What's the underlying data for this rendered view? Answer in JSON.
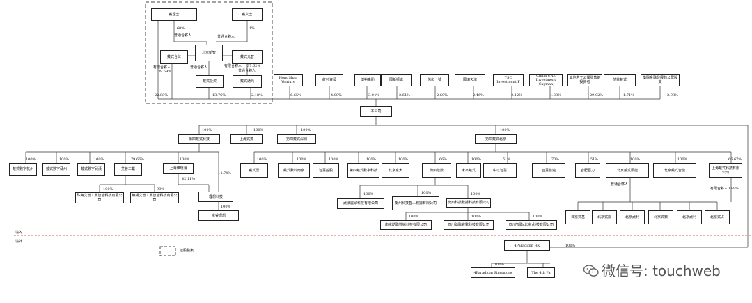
{
  "structure": {
    "top_shareholders": {
      "a": "戴理士",
      "b": "戴文士",
      "c": "戴式合伙",
      "d": "北京新智",
      "e": "戴式元智",
      "f": "戴式投资",
      "g": "戴式通元"
    },
    "investors": [
      {
        "name": "HongShan Venture",
        "pct": "6.65%"
      },
      {
        "name": "紅杉資藝",
        "pct": "4.08%"
      },
      {
        "name": "博裕衆盼",
        "pct": "3.04%"
      },
      {
        "name": "國新振進",
        "pct": "2.61%"
      },
      {
        "name": "信和一號",
        "pct": "2.60%"
      },
      {
        "name": "國瑞天津",
        "pct": "2.46%"
      },
      {
        "name": "TSC Investment F",
        "pct": "2.12%"
      },
      {
        "name": "China UAE Investment (Cayman)",
        "pct": "1.83%"
      },
      {
        "name": "其他若干公開發售前投資者",
        "pct": "29.02%"
      },
      {
        "name": "前首戴式",
        "pct": "1.71%"
      },
      {
        "name": "衡陽金融發展的公眾股東",
        "pct": "3.98%"
      }
    ],
    "company": "本公司",
    "top_pcts": {
      "a_to_c": "60%",
      "b_to_c": "1%",
      "c_to_d": "39.59%",
      "f_pct": "13.76%",
      "g_pct": "2.18%",
      "left_pct": "22.88%",
      "e_pct": "37.62%"
    },
    "top_labels": {
      "gp1": "普通合夥人",
      "gp2": "普通合夥人",
      "gp3": "普通合夥人",
      "gp4": "普通合夥人",
      "lp1": "有限合夥人",
      "lp2": "有限合夥人"
    },
    "level1": {
      "left": "第四戴式科技",
      "middle": "上海式蒸",
      "right_mid": "第四戴式深圳",
      "right": "第四戴式北京",
      "pct_left": "100%",
      "pct_middle": "100%",
      "pct_right_mid": "100%",
      "pct_right": "100%"
    },
    "left_children": [
      {
        "name": "戴式數字杭州",
        "pct": "100%"
      },
      {
        "name": "戴式數字蘇州",
        "pct": "100%"
      },
      {
        "name": "戴式數字武漢",
        "pct": "100%"
      },
      {
        "name": "艾普工業",
        "pct": "79.66%"
      },
      {
        "name": "上海伊璃海",
        "pct": "100%"
      }
    ],
    "left_sub": {
      "a": "珠海艾普工業智能科技有限公司",
      "b": "無錫艾普工業智能科技有限公司",
      "pct_a": "100%",
      "pct_b": "90%",
      "lixiang": "理想科技",
      "jingrui": "京睿理想",
      "pct_lx": "14.74%",
      "pct_hai": "42.11%",
      "pct_jr": "100%"
    },
    "right_children": [
      {
        "name": "戴式雲",
        "pct": "100%"
      },
      {
        "name": "戴式數科南京",
        "pct": "100%"
      },
      {
        "name": "智慧控股",
        "pct": "100%"
      },
      {
        "name": "第四戴式數字科技",
        "pct": "100%"
      },
      {
        "name": "北京京大",
        "pct": "100%"
      },
      {
        "name": "衡州建數",
        "pct": "66%"
      },
      {
        "name": "未來戴式",
        "pct": "100%"
      },
      {
        "name": "中以智慧",
        "pct": "51%"
      },
      {
        "name": "智慧旅遊",
        "pct": "70%"
      },
      {
        "name": "合肥巨力",
        "pct": "51%"
      },
      {
        "name": "北京戴式願能",
        "pct": "100%"
      },
      {
        "name": "北京戴式智能",
        "pct": "100%"
      },
      {
        "name": "上海戴式科技有限公司",
        "pct": "66.67%"
      }
    ],
    "right_sub": {
      "wuhan": "武漢麗碩科技有限公司",
      "hengzhou_a": "衡州科技智人數據有限公司",
      "hengzhou_b": "衡州科技數據科技有限公司",
      "nanjing": "南京助聯數據科技有限公司",
      "sichuan": "四川助聯資數科技有限公司",
      "beijing": "四川智聯(北京)科技有限公司",
      "pct_w": "100%",
      "pct_ha": "100%",
      "pct_hb": "100%",
      "pct_n": "100%",
      "pct_s": "100%",
      "pct_bj": "100%",
      "gp": "普通合夥人",
      "lp": "有限合夥人0.99%",
      "funds": [
        "日京式基",
        "北京式鄰",
        "北京武利",
        "北京式數",
        "北京武利",
        "北京式占"
      ]
    },
    "domestic": "境內",
    "overseas": "境外",
    "paradigm_hk": "4Paradigm HK",
    "paradigm_sg": "4Paradigm Singapore",
    "paradigm_other": "The 4th Pa",
    "pct_hk": "100%",
    "pct_sg": "100%",
    "legend": "控股股東"
  },
  "watermark": {
    "text": "微信号: touchweb",
    "icon": "wechat-icon"
  }
}
